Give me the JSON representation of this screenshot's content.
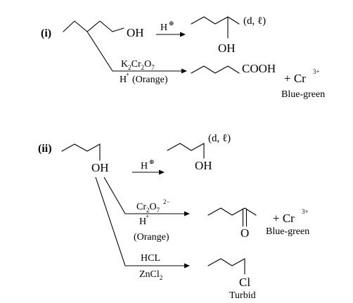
{
  "parts": {
    "i": {
      "label": "(i)",
      "reactant_group": "OH",
      "acid_reagent": "H",
      "acid_charge": "⊕",
      "product1_group": "OH",
      "product1_stereo": "(d, ℓ)",
      "oxidant_k": "K",
      "oxidant_k_sub": "2",
      "oxidant_cr": "Cr",
      "oxidant_cr_sub": "2",
      "oxidant_o": "O",
      "oxidant_o_sub": "7",
      "oxidant_h": "H",
      "oxidant_h_sup": "+",
      "oxidant_color": "(Orange)",
      "product2_group": "COOH",
      "byproduct_plus": "+ Cr",
      "byproduct_charge": "3+",
      "byproduct_color": "Blue-green"
    },
    "ii": {
      "label": "(ii)",
      "reactant_group": "OH",
      "acid_reagent": "H",
      "acid_charge": "⊕",
      "product1_group": "OH",
      "product1_stereo": "(d, ℓ)",
      "oxidant_cr": "Cr",
      "oxidant_cr_sub": "2",
      "oxidant_o": "O",
      "oxidant_o_sub": "7",
      "oxidant_charge": "2−",
      "oxidant_h": "H",
      "oxidant_h_sup": "+",
      "oxidant_color": "(Orange)",
      "product2_group": "O",
      "byproduct_plus": "+ Cr",
      "byproduct_charge": "3+",
      "byproduct_color": "Blue-green",
      "lucas_reagent_1": "HCL",
      "lucas_reagent_2": "ZnCl",
      "lucas_reagent_2_sub": "2",
      "product3_group": "Cl",
      "product3_note": "Turbid"
    }
  }
}
